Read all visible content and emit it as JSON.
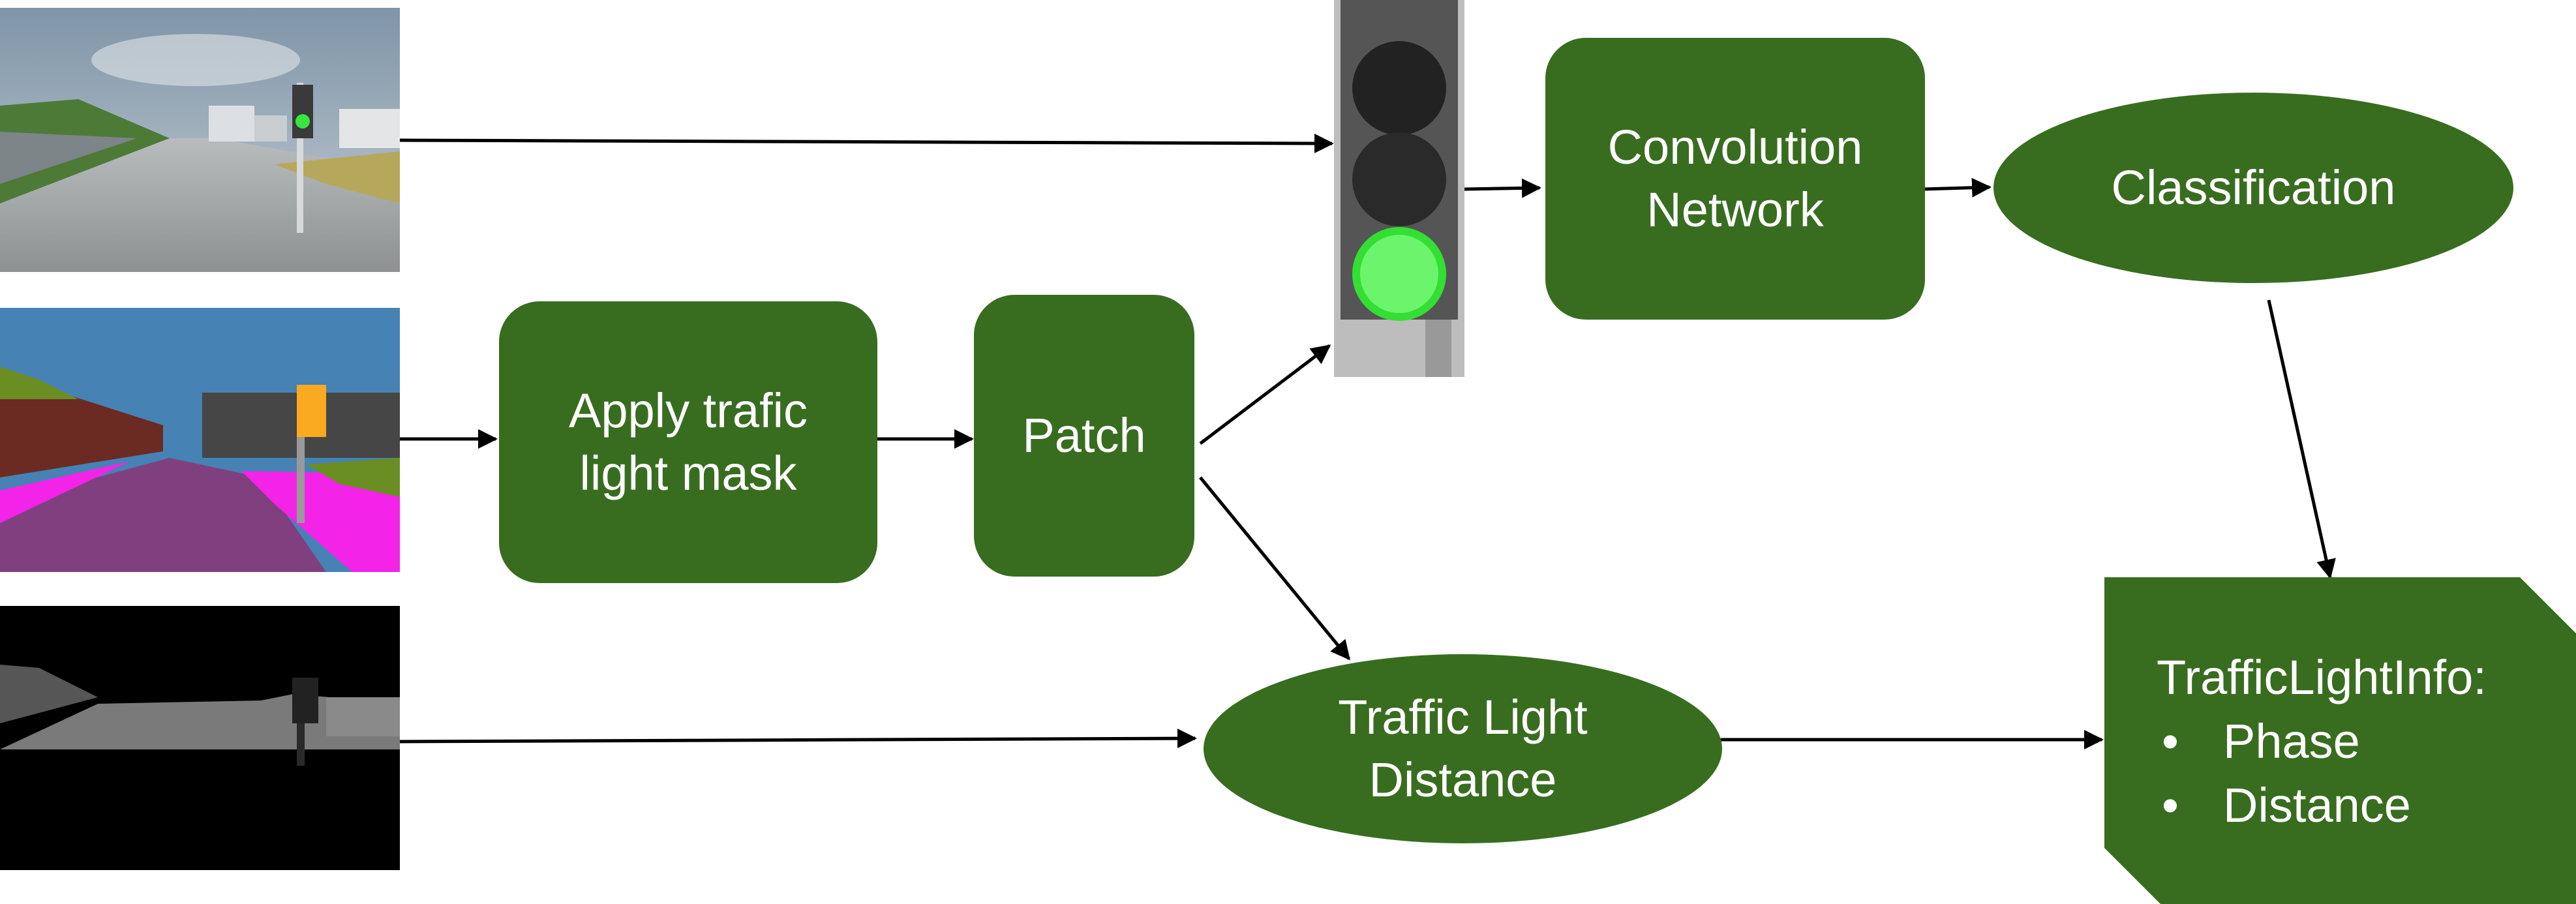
{
  "nodes": {
    "apply_mask": "Apply trafic\nlight mask",
    "patch": "Patch",
    "convolution": "Convolution\nNetwork",
    "classification": "Classification",
    "distance": "Traffic Light\nDistance"
  },
  "info": {
    "title": "TrafficLightInfo:",
    "items": [
      "Phase",
      "Distance"
    ]
  },
  "colors": {
    "node_fill": "#386d20",
    "node_text": "#ffffff",
    "arrow": "#000000"
  }
}
